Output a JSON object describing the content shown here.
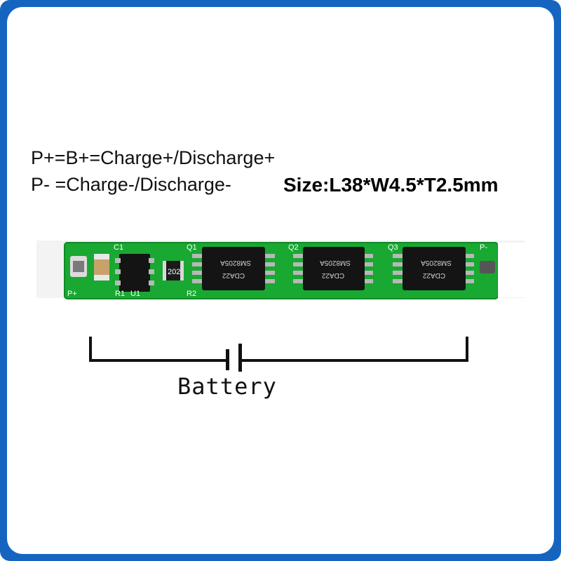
{
  "labels": {
    "line1": "P+=B+=Charge+/Discharge+",
    "line2": "P- =Charge-/Discharge-",
    "size": "Size:L38*W4.5*T2.5mm",
    "battery": "Battery"
  },
  "board": {
    "silkscreen": {
      "c1": "C1",
      "q1": "Q1",
      "q2": "Q2",
      "q3": "Q3",
      "pminus": "P-",
      "r1": "R1",
      "u1": "U1",
      "r2": "R2",
      "pplus": "P+",
      "res_202": "202"
    },
    "chips": [
      {
        "line_a": "SM8205A",
        "line_b": "CDA22"
      },
      {
        "line_a": "SM8205A",
        "line_b": "CDA22"
      },
      {
        "line_a": "SM8205A",
        "line_b": "CDA22"
      }
    ]
  },
  "colors": {
    "frame": "#1565c0",
    "pcb": "#19a832",
    "chip": "#141414",
    "pin": "#b8b8b8"
  }
}
